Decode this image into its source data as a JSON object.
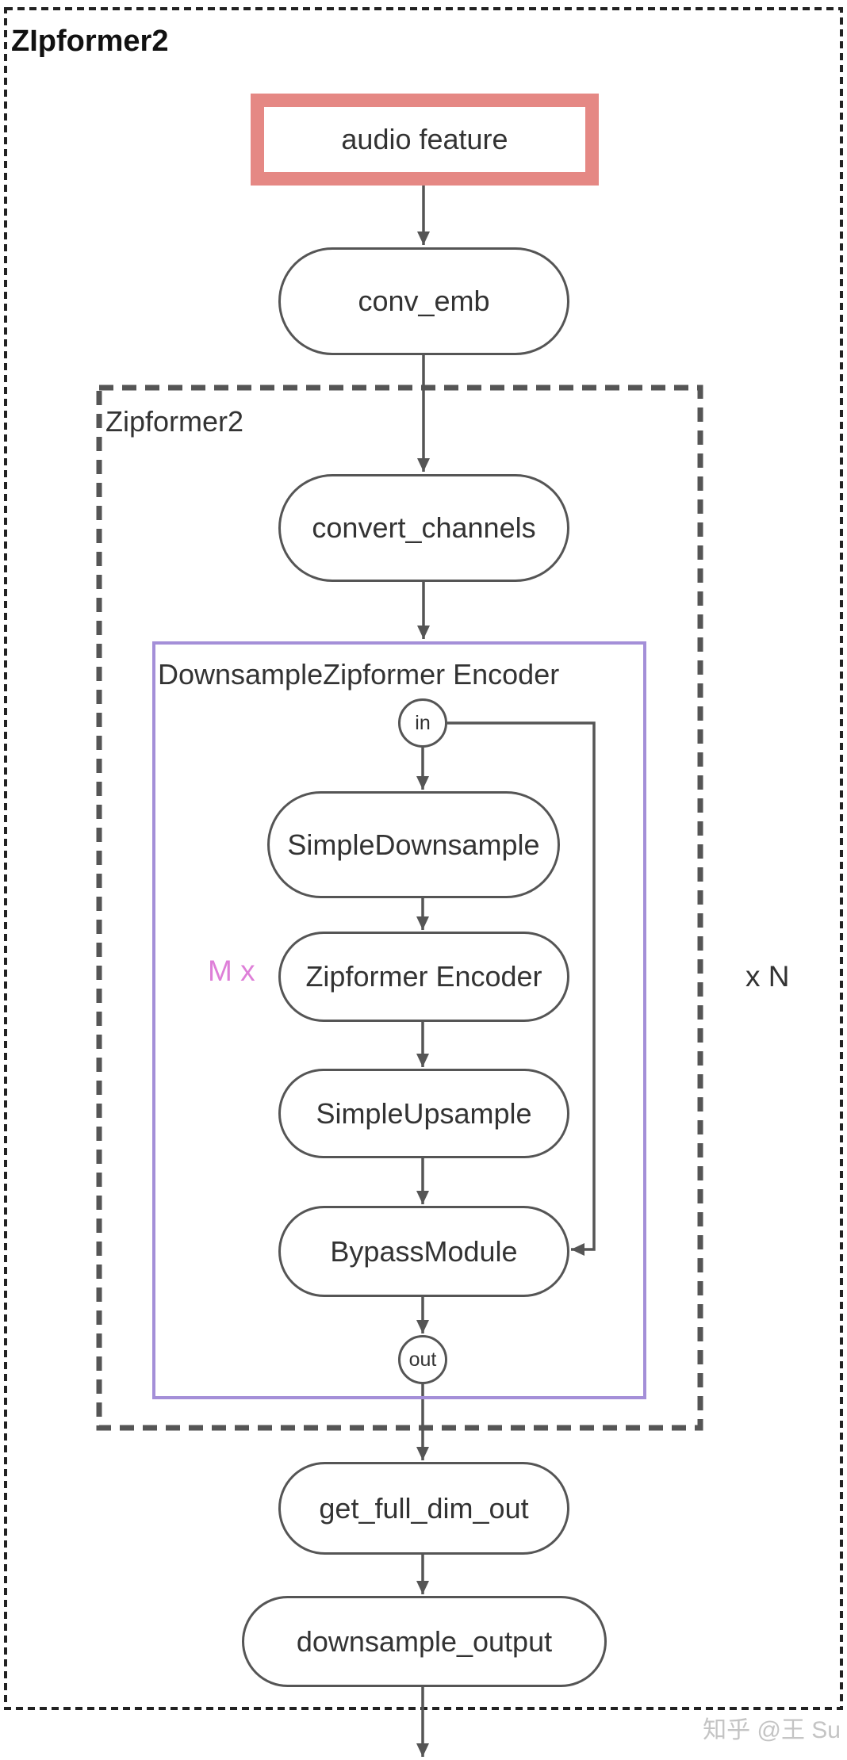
{
  "diagram": {
    "title": "ZIpformer2",
    "inner_group_label": "Zipformer2",
    "encoder_group_label": "DownsampleZipformer Encoder",
    "repeat_inner": "M x",
    "repeat_outer": "x N",
    "nodes": {
      "audio_feature": "audio feature",
      "conv_emb": "conv_emb",
      "convert_channels": "convert_channels",
      "in": "in",
      "simple_downsample": "SimpleDownsample",
      "zipformer_encoder": "Zipformer Encoder",
      "simple_upsample": "SimpleUpsample",
      "bypass_module": "BypassModule",
      "out": "out",
      "get_full_dim_out": "get_full_dim_out",
      "downsample_output": "downsample_output"
    },
    "colors": {
      "stroke": "#555555",
      "input_highlight": "#e58884",
      "encoder_border": "#a48fd8",
      "repeat_inner": "#de7fd8",
      "text": "#333333"
    }
  },
  "watermark": "知乎 @王 Su"
}
